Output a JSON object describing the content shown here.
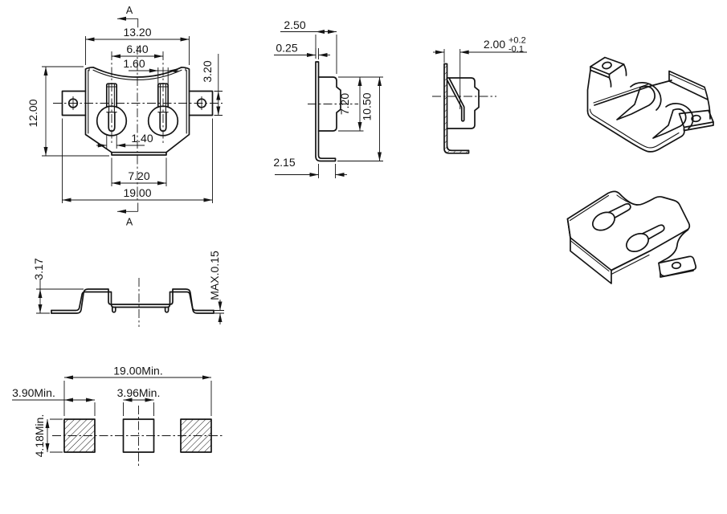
{
  "drawing_type": "mechanical engineering drawing - SMT coin cell battery retainer clip",
  "views": {
    "front": {
      "section_label": "A",
      "dims": {
        "body_width": "13.20",
        "slot_spacing": "6.40",
        "slot_width": "1.60",
        "tab_height": "3.20",
        "body_height": "12.00",
        "finger_width": "1.40",
        "bottom_tab_width": "7.20",
        "overall_width": "19.00"
      }
    },
    "side": {
      "dims": {
        "flange_depth": "2.50",
        "thickness": "0.25",
        "body_height": "7.20",
        "overall_height": "10.50",
        "foot_length": "2.15"
      }
    },
    "section": {
      "dims": {
        "contact_gap": "2.00",
        "tol_upper": "+0.2",
        "tol_lower": "-0.1"
      }
    },
    "profile": {
      "dims": {
        "height": "3.17",
        "coplanarity": "MAX.0.15"
      }
    },
    "footprint": {
      "dims": {
        "overall_width": "19.00Min.",
        "pad_width": "3.90Min.",
        "center_pad_width": "3.96Min.",
        "pad_height": "4.18Min."
      }
    }
  },
  "colors": {
    "line": "#141414",
    "background": "#ffffff"
  }
}
